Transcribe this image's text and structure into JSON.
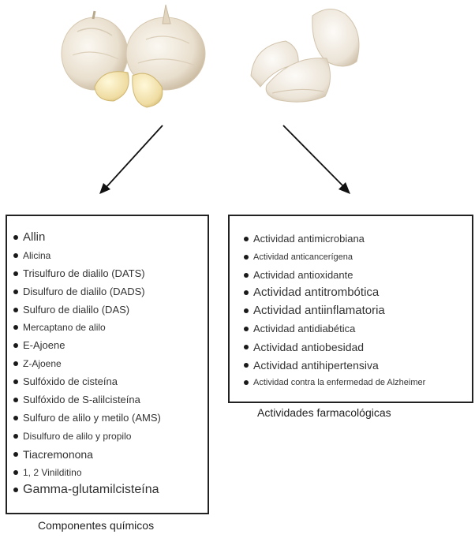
{
  "chemical_components": {
    "caption": "Componentes químicos",
    "items": [
      "Allin",
      "Alicina",
      "Trisulfuro de dialilo (DATS)",
      "Disulfuro de dialilo (DADS)",
      "Sulfuro de dialilo (DAS)",
      "Mercaptano de alilo",
      "E-Ajoene",
      "Z-Ajoene",
      "Sulfóxido de cisteína",
      "Sulfóxido de S-alilcisteína",
      "Sulfuro de alilo y metilo (AMS)",
      "Disulfuro de alilo y propilo",
      "Tiacremonona",
      "1, 2 Vinilditino",
      "Gamma-glutamilcisteína"
    ]
  },
  "pharmacological_activities": {
    "caption": "Actividades farmacológicas",
    "items": [
      "Actividad antimicrobiana",
      "Actividad anticancerígena",
      "Actividad antioxidante",
      "Actividad antitrombótica",
      "Actividad antiinflamatoria",
      "Actividad antidiabética",
      "Actividad antiobesidad",
      "Actividad antihipertensiva",
      "Actividad contra la enfermedad de Alzheimer"
    ]
  },
  "colors": {
    "garlic_skin": "#efe6d8",
    "garlic_shadow": "#cbbda6",
    "clove": "#f2e3b4",
    "arrow": "#111111"
  }
}
